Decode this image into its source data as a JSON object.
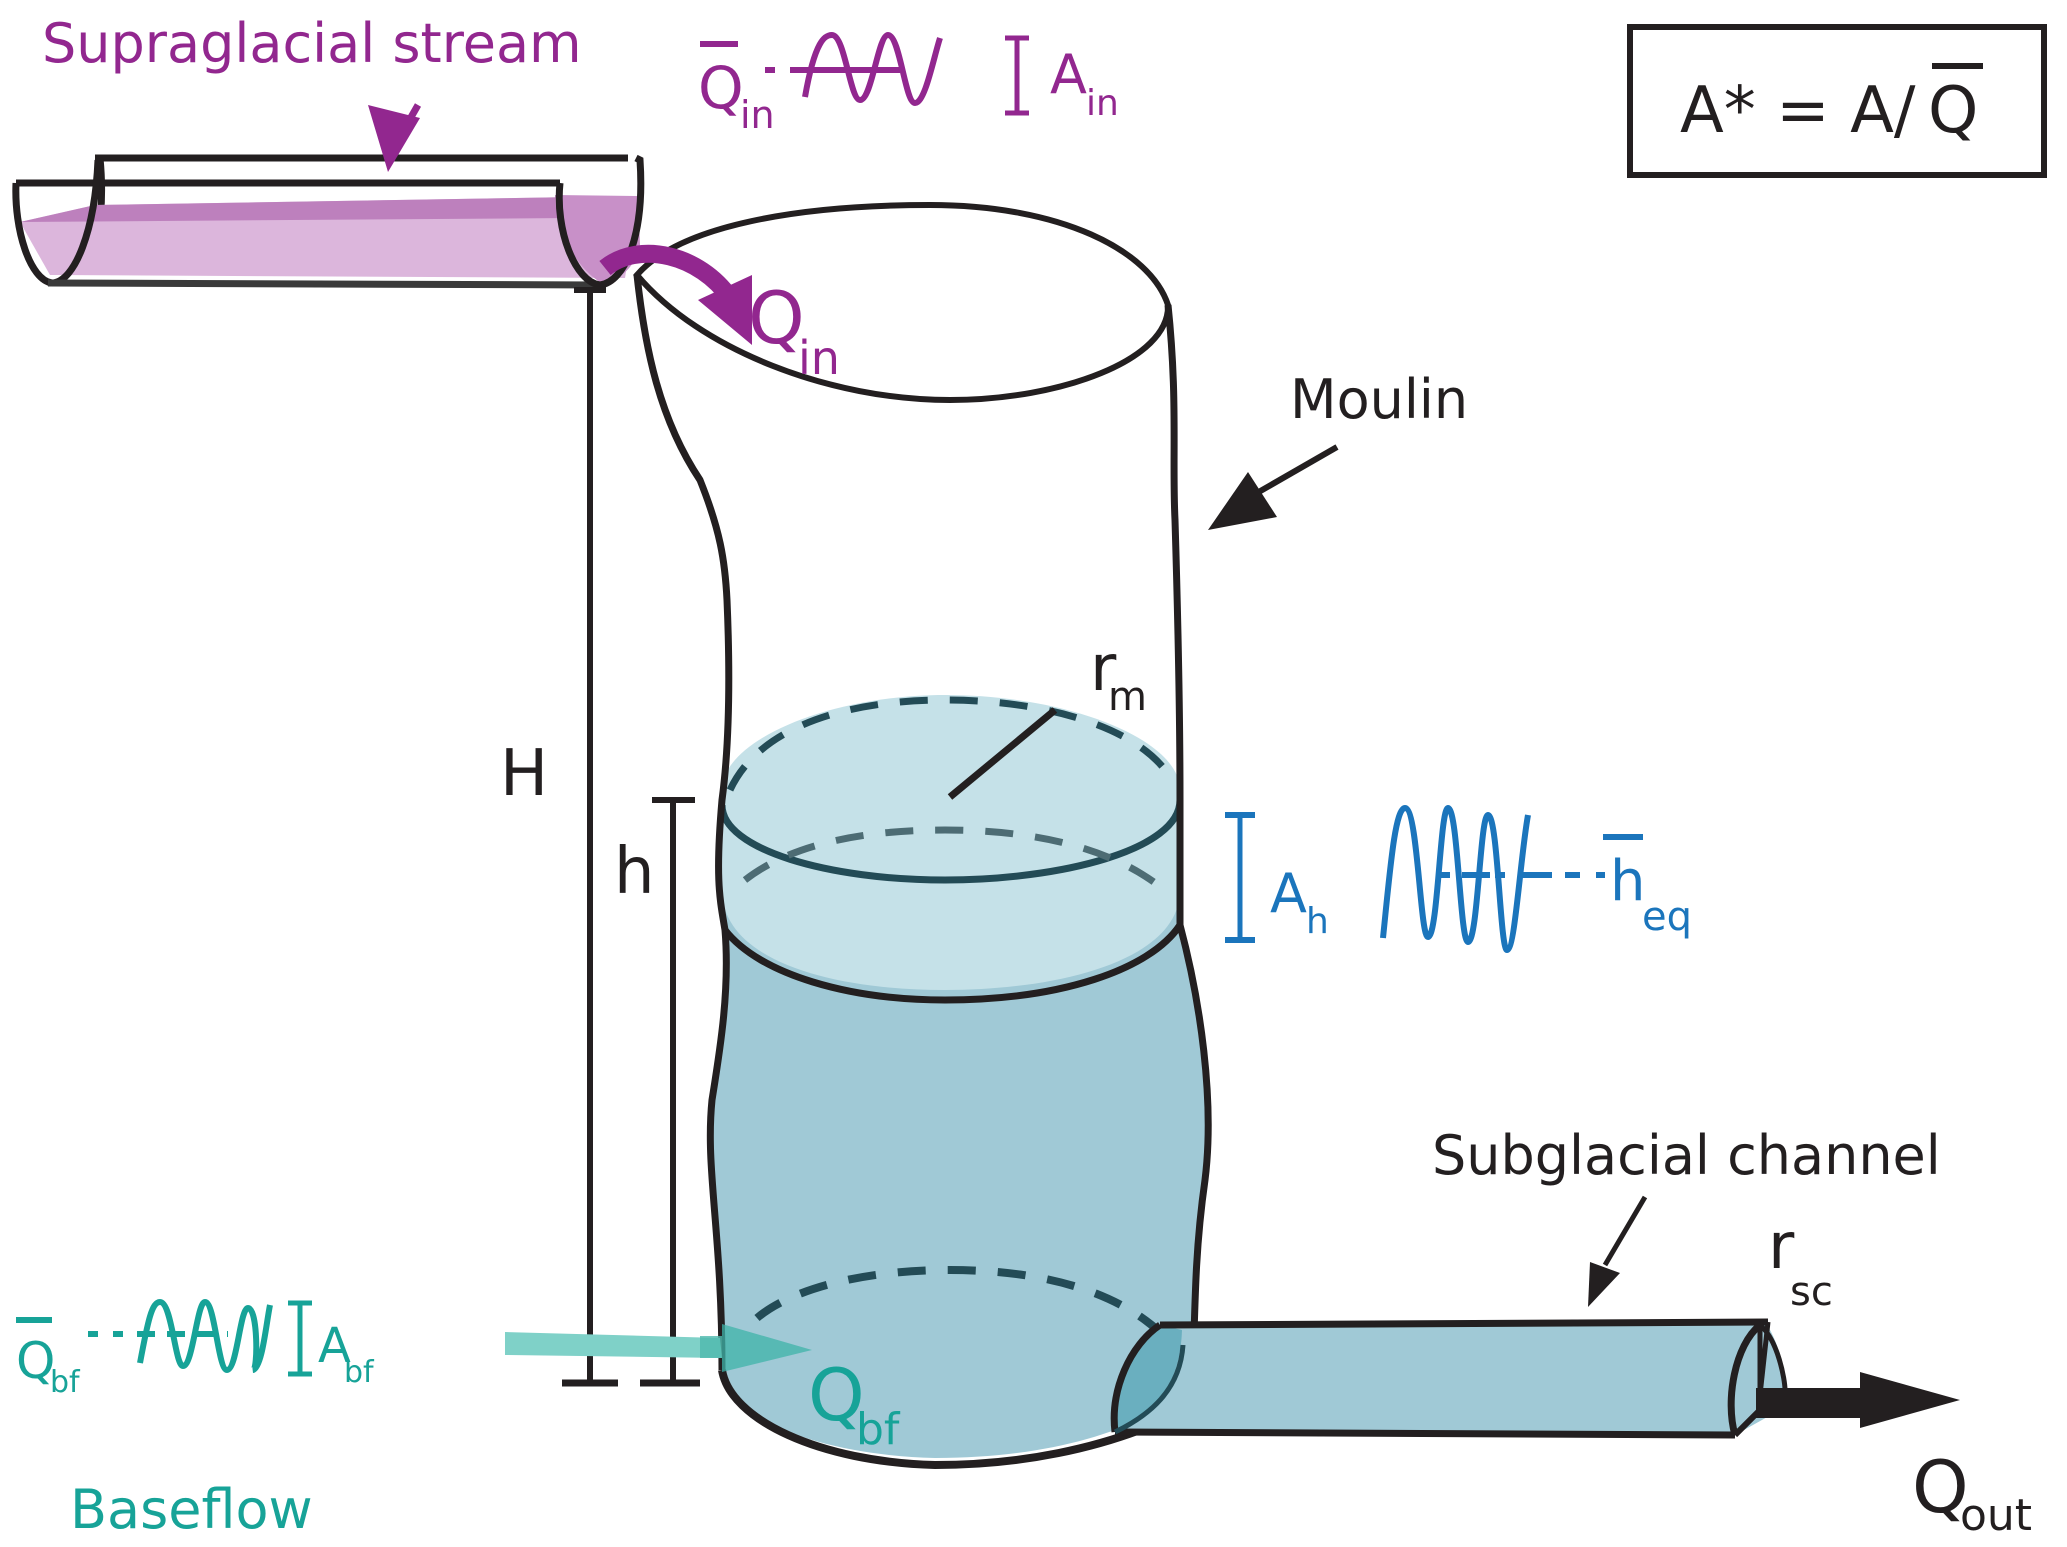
{
  "colors": {
    "supraglacial": "#92278f",
    "baseflow": "#17a398",
    "head": "#1b75bc",
    "outline": "#231f20",
    "water_light": "#c5e1e8",
    "water_dark": "#a0c9d6",
    "stream_fill": "#dcb6dc"
  },
  "labels": {
    "supraglacial_stream": "Supraglacial stream",
    "moulin": "Moulin",
    "subglacial_channel": "Subglacial channel",
    "baseflow": "Baseflow"
  },
  "formula": {
    "lhs": "A* = A/",
    "rhs_symbol": "Q"
  },
  "inflow": {
    "mean_symbol": "Q",
    "mean_sub": "in",
    "amplitude_symbol": "A",
    "amplitude_sub": "in",
    "flux_symbol": "Q",
    "flux_sub": "in"
  },
  "head": {
    "amplitude_symbol": "A",
    "amplitude_sub": "h",
    "mean_symbol": "h",
    "mean_sub": "eq"
  },
  "baseflow_terms": {
    "mean_symbol": "Q",
    "mean_sub": "bf",
    "amplitude_symbol": "A",
    "amplitude_sub": "bf",
    "flux_symbol": "Q",
    "flux_sub": "bf"
  },
  "dimensions": {
    "ice_thickness": "H",
    "water_height": "h",
    "moulin_radius_symbol": "r",
    "moulin_radius_sub": "m",
    "channel_radius_symbol": "r",
    "channel_radius_sub": "sc"
  },
  "outflow": {
    "symbol": "Q",
    "sub": "out"
  }
}
